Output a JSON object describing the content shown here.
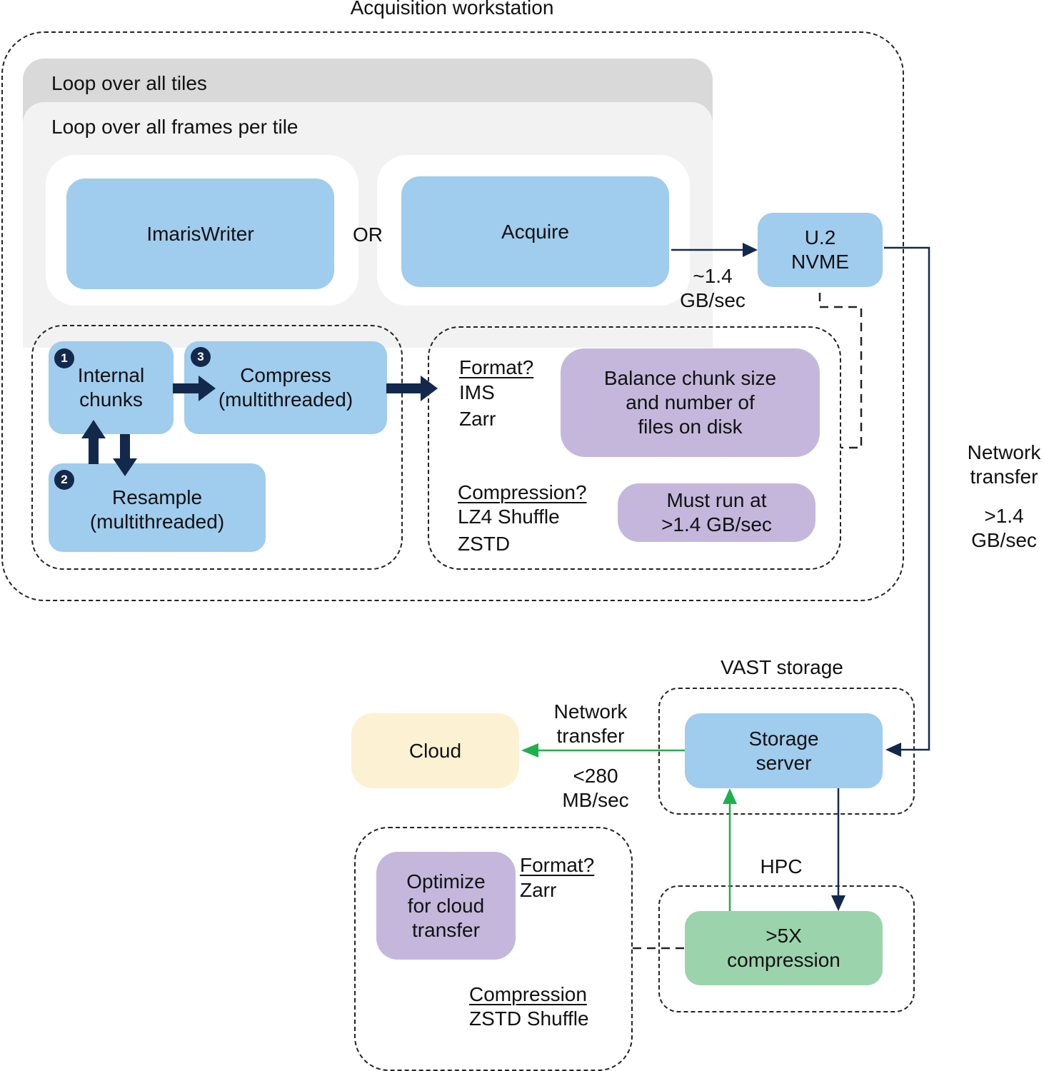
{
  "title": "Acquisition workstation",
  "loops": {
    "outer": "Loop over all tiles",
    "inner": "Loop over all frames per tile"
  },
  "writers": {
    "imaris": "ImarisWriter",
    "or": "OR",
    "acquire": "Acquire"
  },
  "steps": {
    "internal_chunks": {
      "num": "1",
      "label": "Internal\nchunks"
    },
    "resample": {
      "num": "2",
      "label": "Resample\n(multithreaded)"
    },
    "compress": {
      "num": "3",
      "label": "Compress\n(multithreaded)"
    }
  },
  "nvme": {
    "label": "U.2\nNVME",
    "rate": "~1.4\nGB/sec"
  },
  "format_panel": {
    "format_heading": "Format?",
    "format_options": [
      "IMS",
      "Zarr"
    ],
    "balance_note": "Balance chunk size\nand number of\nfiles on disk",
    "compression_heading": "Compression?",
    "compression_options": [
      "LZ4 Shuffle",
      "ZSTD"
    ],
    "speed_note": "Must run at\n>1.4 GB/sec"
  },
  "network_right": {
    "label": "Network\ntransfer",
    "rate": ">1.4\nGB/sec"
  },
  "vast": {
    "title": "VAST storage",
    "server": "Storage\nserver"
  },
  "cloud": {
    "label": "Cloud",
    "transfer": "Network\ntransfer",
    "rate": "<280\nMB/sec"
  },
  "hpc": {
    "title": "HPC",
    "compression": ">5X\ncompression"
  },
  "cloud_panel": {
    "optimize": "Optimize\nfor cloud\ntransfer",
    "format_heading": "Format?",
    "format_value": "Zarr",
    "compression_heading": "Compression",
    "compression_value": "ZSTD Shuffle"
  },
  "colors": {
    "blue_box": "#a0cced",
    "purple_box": "#c5b7dc",
    "green_box": "#9bd3ac",
    "cloud_box": "#fdf1d3",
    "outer_loop_bg": "#d9d9d9",
    "inner_loop_bg": "#f2f2f2",
    "navy_arrow": "#13294b",
    "green_arrow": "#1db14b"
  }
}
